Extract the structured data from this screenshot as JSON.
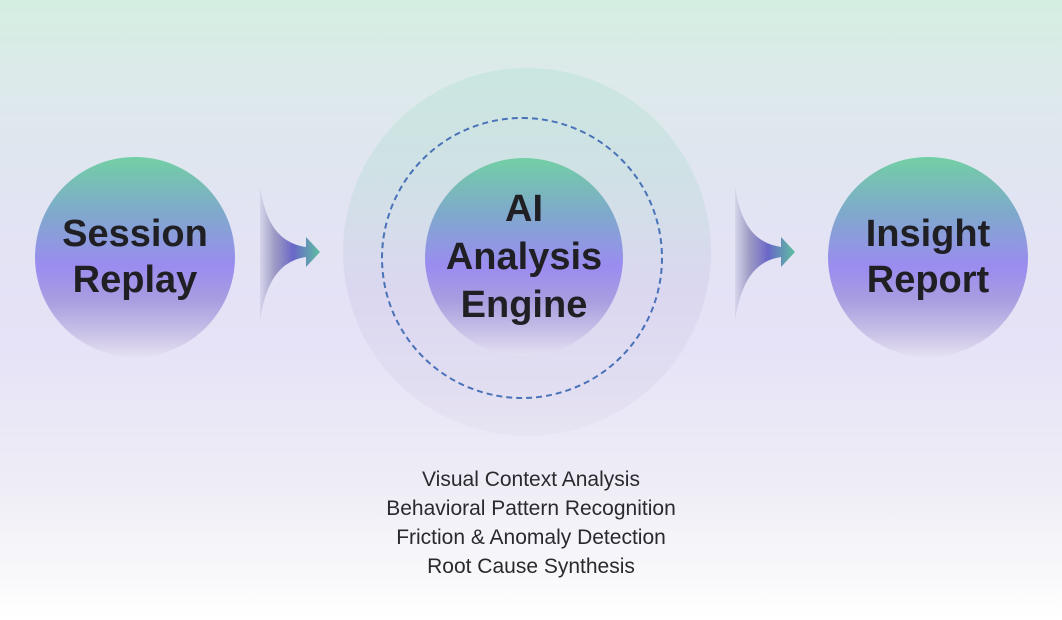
{
  "diagram": {
    "type": "flow",
    "nodes": [
      {
        "id": "session-replay",
        "label": "Session\nReplay"
      },
      {
        "id": "ai-analysis-engine",
        "label": "AI\nAnalysis\nEngine"
      },
      {
        "id": "insight-report",
        "label": "Insight\nReport"
      }
    ],
    "edges": [
      {
        "from": "session-replay",
        "to": "ai-analysis-engine",
        "icon": "flared-arrow-icon"
      },
      {
        "from": "ai-analysis-engine",
        "to": "insight-report",
        "icon": "flared-arrow-icon"
      }
    ],
    "capabilities": [
      "Visual Context Analysis",
      "Behavioral Pattern Recognition",
      "Friction & Anomaly Detection",
      "Root Cause Synthesis"
    ]
  },
  "colors": {
    "node_top": "#72cfa4",
    "node_mid": "#9b8cf0",
    "node_bottom": "#e4e0f2",
    "dashed_ring": "#4a72b8",
    "arrow_start": "#8a88b8",
    "arrow_mid": "#6a66c8",
    "arrow_end": "#5cc0a0",
    "text": "#1f1f24"
  }
}
